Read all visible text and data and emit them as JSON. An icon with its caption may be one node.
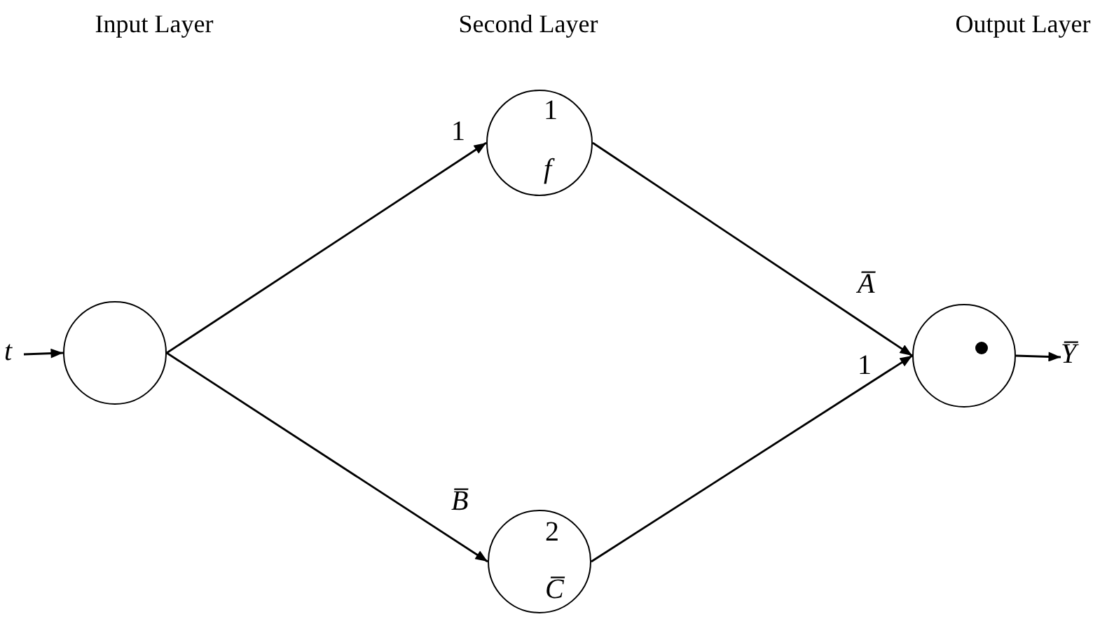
{
  "diagram": {
    "nodes": [
      {
        "text": [
          "t"
        ]
      },
      {
        "text": [],
        "shape": "circle"
      },
      {
        "text": [
          "1",
          "f"
        ]
      },
      {
        "text": [
          "2",
          "C̅"
        ]
      },
      {
        "text": [],
        "shape": "circle"
      },
      {
        "text": [
          "Y̅"
        ]
      }
    ],
    "edges": [
      {
        "from": 0,
        "to": 1,
        "arrow": "to"
      },
      {
        "from": 1,
        "to": 2,
        "arrow": "to",
        "label": "1"
      },
      {
        "from": 1,
        "to": 3,
        "arrow": "to",
        "label": "B̅"
      },
      {
        "from": 2,
        "to": 4,
        "arrow": "to",
        "label": "A̅"
      },
      {
        "from": 3,
        "to": 4,
        "arrow": "to",
        "label": "1"
      },
      {
        "from": 4,
        "to": 5,
        "arrow": "to"
      }
    ],
    "labels": [
      "Input Layer",
      "Second Layer",
      "Output Layer"
    ]
  }
}
